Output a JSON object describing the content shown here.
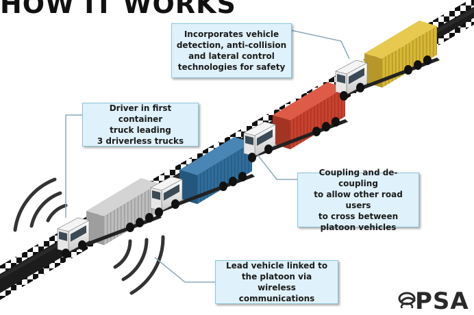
{
  "title": "HOW IT WORKS",
  "callouts": {
    "safety": [
      "Incorporates vehicle",
      "detection, anti-collision",
      "and lateral control",
      "technologies for safety"
    ],
    "lead_driver": [
      "Driver in first container",
      "truck leading",
      "3 driverless trucks"
    ],
    "coupling": [
      "Coupling and de-coupling",
      "to allow other road users",
      "to cross between",
      "platoon vehicles"
    ],
    "wireless": [
      "Lead vehicle linked to",
      "the platoon via",
      "wireless communications"
    ]
  },
  "logo": {
    "text": "PSA",
    "icon": "psa-swirl-icon"
  },
  "trucks": [
    {
      "container": "grey",
      "color": "#bdbdbd"
    },
    {
      "container": "blue",
      "color": "#2f6d9c"
    },
    {
      "container": "red",
      "color": "#c9412e"
    },
    {
      "container": "yellow",
      "color": "#d8b734"
    }
  ],
  "colors": {
    "road": "#1c1c1c",
    "road_edge": "#ffffff",
    "callout_fill": "#dff1fa",
    "callout_border": "#8bc4dc",
    "signal": "#333333"
  }
}
